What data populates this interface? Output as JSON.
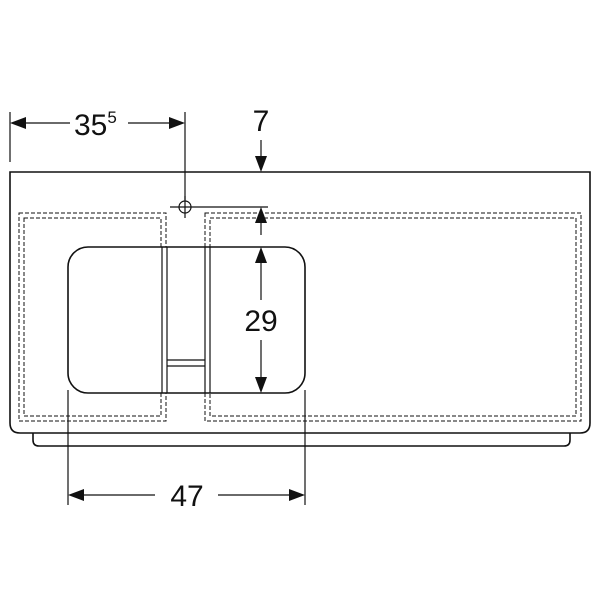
{
  "dimensions": {
    "tap_hole_offset": {
      "main": "35",
      "sup": "5"
    },
    "tap_hole_depth": "7",
    "bowl_depth": "29",
    "bowl_width": "47"
  }
}
